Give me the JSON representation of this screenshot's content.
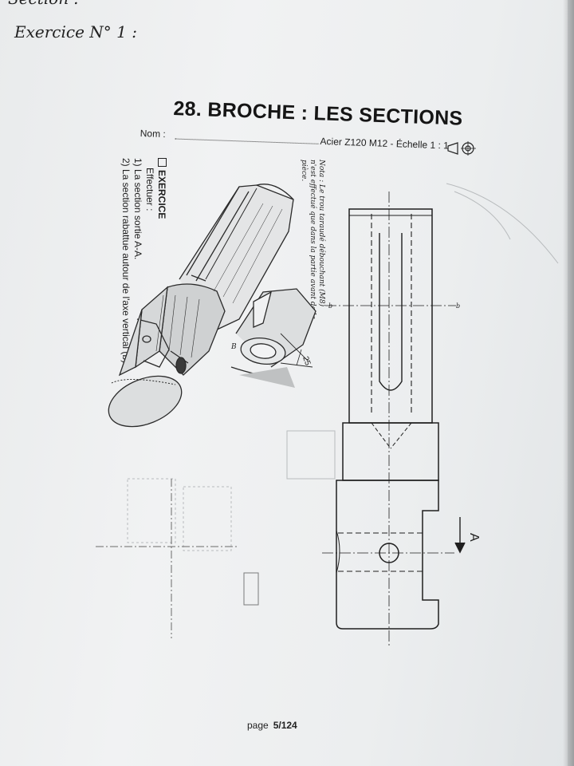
{
  "header": {
    "section_heading": "Section :",
    "exercise_heading": "Exercice N° 1 :"
  },
  "title": "28. BROCHE : LES SECTIONS",
  "nom_label": "Nom :",
  "material_scale": "Acier Z120 M12 - Échelle 1 : 1",
  "exercise": {
    "title": "EXERCICE",
    "intro": "Effectuer :",
    "items": [
      "1) La section sortie A-A.",
      "2) La section rabattue autour de l'axe vertical (b)."
    ]
  },
  "note": {
    "label": "Nota :",
    "text": "Le trou taraudé débouchant (M8) n'est effectué que dans la partie avant de la pièce."
  },
  "drawing": {
    "dimension_value": "25",
    "axis_label": "b",
    "section_label": "A",
    "view_label": "B"
  },
  "footer": {
    "page_label": "page",
    "page_number": "5/124"
  }
}
